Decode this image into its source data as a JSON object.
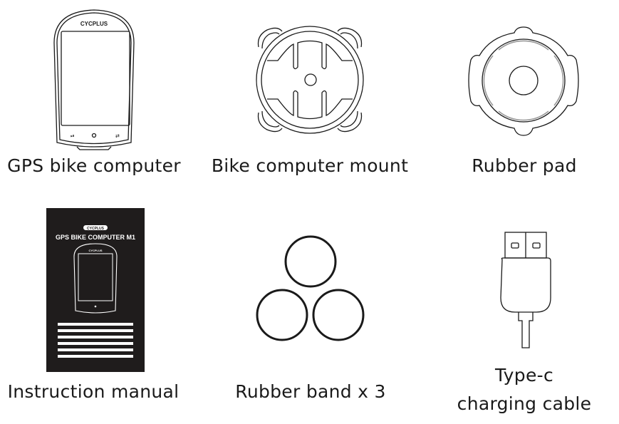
{
  "items": [
    {
      "label": "GPS bike computer",
      "brand": "CYCPLUS"
    },
    {
      "label": "Bike computer mount"
    },
    {
      "label": "Rubber pad"
    },
    {
      "label": "Instruction manual",
      "brand": "CYCPLUS",
      "cover_title": "GPS BIKE COMPUTER M1"
    },
    {
      "label": "Rubber band x 3"
    },
    {
      "label_line1": "Type-c",
      "label_line2": "charging cable"
    }
  ],
  "colors": {
    "line": "#1a1a1a",
    "manual_cover": "#1f1c1c",
    "pad_accent": "#9a9a9a"
  }
}
